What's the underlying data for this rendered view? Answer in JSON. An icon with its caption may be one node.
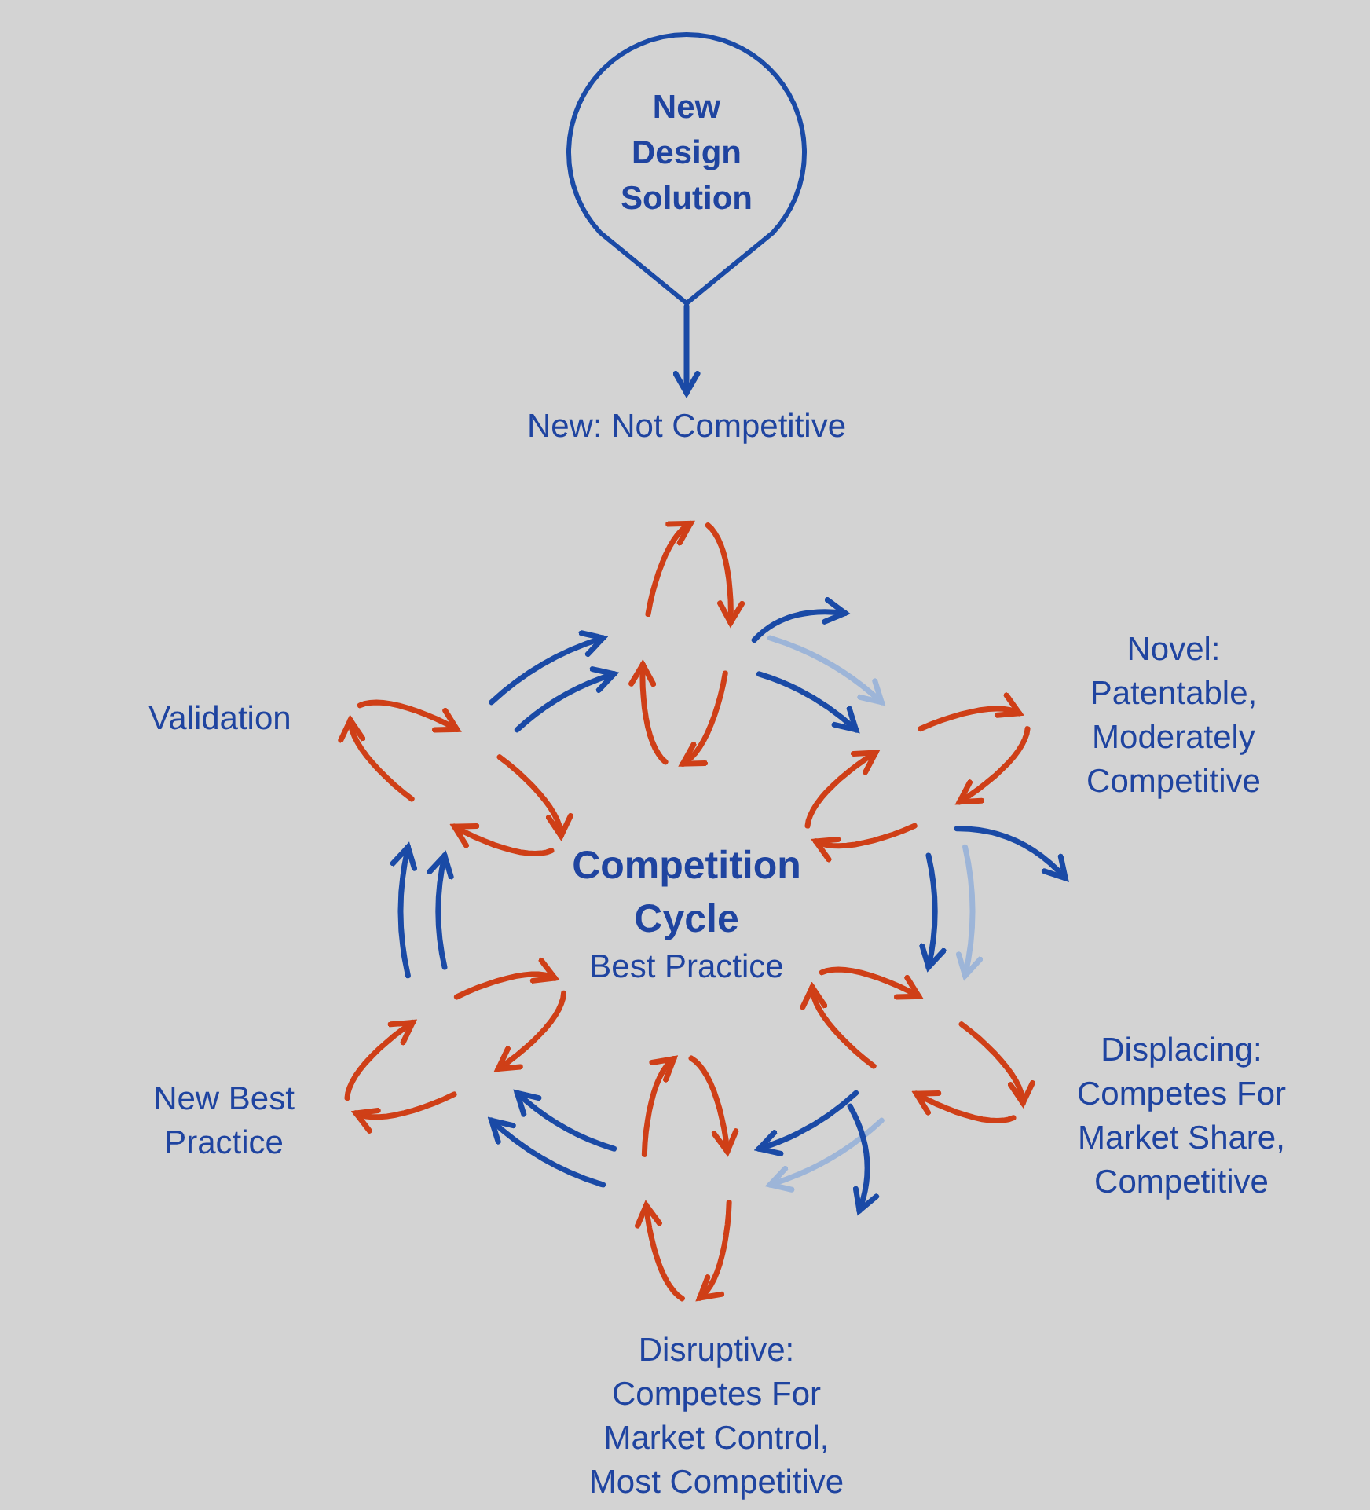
{
  "diagram": {
    "nodes": [
      {
        "text": [
          "New Design Solution"
        ]
      },
      {
        "text": [
          "New: Not Competitive"
        ]
      },
      {
        "text": [],
        "shape": "ellipse"
      },
      {
        "text": [],
        "shape": "ellipse",
        "beside": [
          "Novel: Patentable, Moderately Competitive"
        ]
      },
      {
        "text": [],
        "shape": "ellipse",
        "beside": [
          "Displacing: Competes For Market Share, Competitive"
        ]
      },
      {
        "text": [],
        "shape": "ellipse",
        "beside": [
          "Disruptive: Competes For Market Control, Most Competitive"
        ]
      },
      {
        "text": [],
        "shape": "ellipse",
        "beside": [
          "New Best Practice"
        ]
      },
      {
        "text": [],
        "shape": "ellipse",
        "beside": [
          "Validation"
        ]
      }
    ],
    "edges": [
      {
        "from": 0,
        "to": 1,
        "arrow": "to"
      },
      {
        "from": 2,
        "to": 3,
        "arrow": "to"
      },
      {
        "from": 2,
        "to": 3,
        "arrow": "to",
        "color": "#9db5d8"
      },
      {
        "from": 3,
        "to": 4,
        "arrow": "to"
      },
      {
        "from": 3,
        "to": 4,
        "arrow": "to",
        "color": "#9db5d8"
      },
      {
        "from": 4,
        "to": 5,
        "arrow": "to"
      },
      {
        "from": 4,
        "to": 5,
        "arrow": "to",
        "color": "#9db5d8"
      },
      {
        "from": 5,
        "to": 6,
        "arrow": "to"
      },
      {
        "from": 5,
        "to": 6,
        "arrow": "to"
      },
      {
        "from": 6,
        "to": 7,
        "arrow": "to"
      },
      {
        "from": 6,
        "to": 7,
        "arrow": "to"
      },
      {
        "from": 7,
        "to": 2,
        "arrow": "to"
      },
      {
        "from": 7,
        "to": 2,
        "arrow": "to"
      },
      {
        "from": 2,
        "to": null,
        "arrow": "to"
      },
      {
        "from": 3,
        "to": null,
        "arrow": "to"
      },
      {
        "from": 4,
        "to": null,
        "arrow": "to"
      }
    ],
    "labels": [
      "Competition Cycle",
      "Best Practice"
    ]
  }
}
